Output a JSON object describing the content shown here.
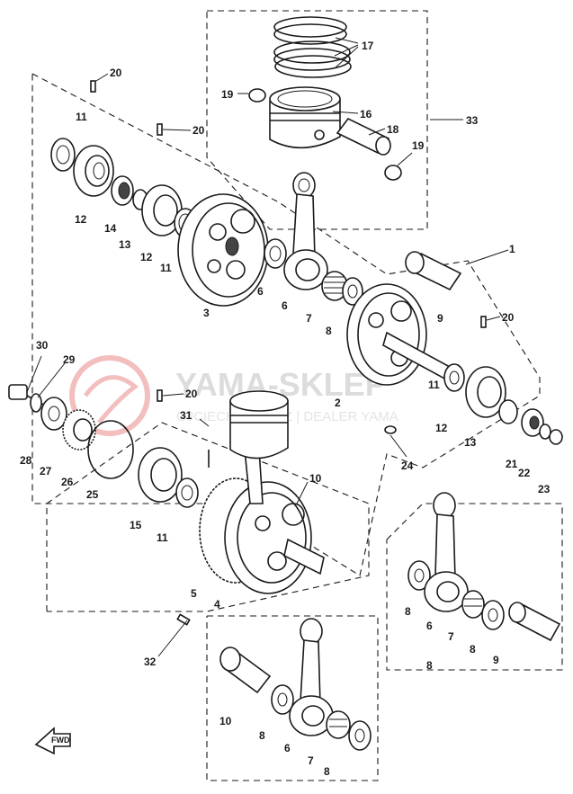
{
  "watermark": {
    "brand": "YAMA-SKLEP",
    "sub": "OJCIECH CEWICZ | DEALER YAMA"
  },
  "forward_marker": "FWD",
  "colors": {
    "ink": "#1a1a1a",
    "background": "#ffffff",
    "watermark_red": "#f2b8b8",
    "watermark_grey": "#d9d9d9"
  },
  "callouts": [
    {
      "id": "c1",
      "text": "1"
    },
    {
      "id": "c2",
      "text": "2"
    },
    {
      "id": "c3",
      "text": "3"
    },
    {
      "id": "c4",
      "text": "4"
    },
    {
      "id": "c5",
      "text": "5"
    },
    {
      "id": "c6a",
      "text": "6"
    },
    {
      "id": "c6b",
      "text": "6"
    },
    {
      "id": "c6c",
      "text": "6"
    },
    {
      "id": "c6d",
      "text": "6"
    },
    {
      "id": "c7a",
      "text": "7"
    },
    {
      "id": "c7b",
      "text": "7"
    },
    {
      "id": "c7c",
      "text": "7"
    },
    {
      "id": "c8a",
      "text": "8"
    },
    {
      "id": "c8b",
      "text": "8"
    },
    {
      "id": "c8c",
      "text": "8"
    },
    {
      "id": "c8d",
      "text": "8"
    },
    {
      "id": "c8e",
      "text": "8"
    },
    {
      "id": "c8f",
      "text": "8"
    },
    {
      "id": "c9a",
      "text": "9"
    },
    {
      "id": "c9b",
      "text": "9"
    },
    {
      "id": "c10a",
      "text": "10"
    },
    {
      "id": "c10b",
      "text": "10"
    },
    {
      "id": "c11a",
      "text": "11"
    },
    {
      "id": "c11b",
      "text": "11"
    },
    {
      "id": "c11c",
      "text": "11"
    },
    {
      "id": "c11d",
      "text": "11"
    },
    {
      "id": "c12a",
      "text": "12"
    },
    {
      "id": "c12b",
      "text": "12"
    },
    {
      "id": "c12c",
      "text": "12"
    },
    {
      "id": "c13a",
      "text": "13"
    },
    {
      "id": "c13b",
      "text": "13"
    },
    {
      "id": "c14",
      "text": "14"
    },
    {
      "id": "c15",
      "text": "15"
    },
    {
      "id": "c16",
      "text": "16"
    },
    {
      "id": "c17",
      "text": "17"
    },
    {
      "id": "c18",
      "text": "18"
    },
    {
      "id": "c19a",
      "text": "19"
    },
    {
      "id": "c19b",
      "text": "19"
    },
    {
      "id": "c20a",
      "text": "20"
    },
    {
      "id": "c20b",
      "text": "20"
    },
    {
      "id": "c20c",
      "text": "20"
    },
    {
      "id": "c20d",
      "text": "20"
    },
    {
      "id": "c21",
      "text": "21"
    },
    {
      "id": "c22",
      "text": "22"
    },
    {
      "id": "c23",
      "text": "23"
    },
    {
      "id": "c24",
      "text": "24"
    },
    {
      "id": "c25",
      "text": "25"
    },
    {
      "id": "c26",
      "text": "26"
    },
    {
      "id": "c27",
      "text": "27"
    },
    {
      "id": "c28",
      "text": "28"
    },
    {
      "id": "c29",
      "text": "29"
    },
    {
      "id": "c30",
      "text": "30"
    },
    {
      "id": "c31",
      "text": "31"
    },
    {
      "id": "c32",
      "text": "32"
    },
    {
      "id": "c33",
      "text": "33"
    }
  ]
}
